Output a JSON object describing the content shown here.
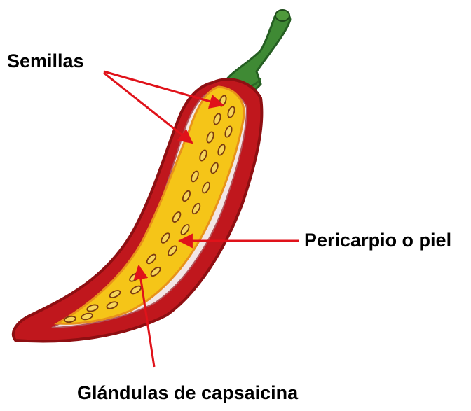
{
  "labels": {
    "seeds": "Semillas",
    "pericarp": "Pericarpio o piel",
    "glands": "Glándulas de capsaicina"
  },
  "colors": {
    "skin": "#c0171d",
    "skin_dark": "#8e0f12",
    "flesh": "#f2e6e6",
    "placenta": "#f5c518",
    "placenta_edge": "#e8921a",
    "stem": "#3f8a34",
    "stem_dark": "#255e22",
    "arrow": "#e0121a",
    "seed_outline": "#7a3b10"
  },
  "icons": [
    "chili-pepper-cross-section-illustration"
  ]
}
